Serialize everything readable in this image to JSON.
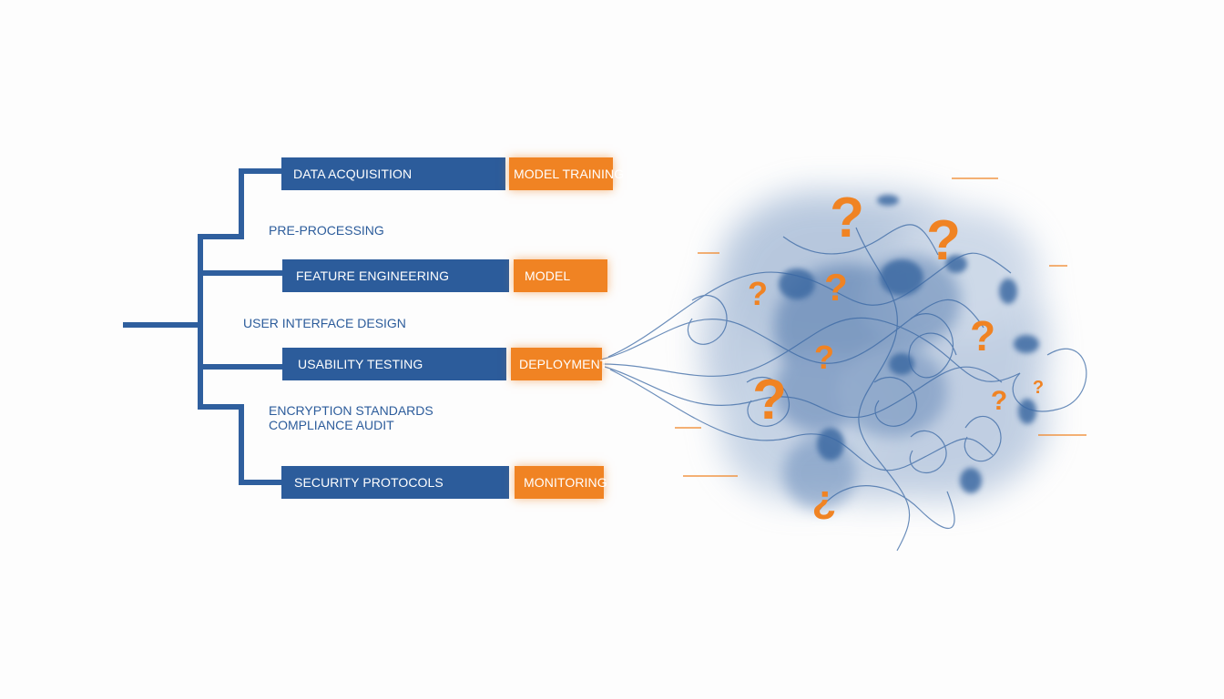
{
  "diagram": {
    "rows": [
      {
        "main": "DATA ACQUISITION",
        "side": "MODEL TRAINING"
      },
      {
        "main": "FEATURE ENGINEERING",
        "side": "MODEL"
      },
      {
        "main": "USABILITY TESTING",
        "side": "DEPLOYMENT"
      },
      {
        "main": "SECURITY PROTOCOLS",
        "side": "MONITORING"
      }
    ],
    "gap_labels": [
      "PRE-PROCESSING",
      "USER INTERFACE DESIGN",
      "ENCRYPTION STANDARDS",
      "COMPLIANCE AUDIT"
    ],
    "chaos_marks": [
      "?",
      "?",
      "?",
      "?",
      "?",
      "?",
      "?",
      "?",
      "?",
      "¿"
    ],
    "colors": {
      "primary_blue": "#2c5c9b",
      "accent_orange": "#f08323",
      "cloud_blue": "#5f86b8",
      "background": "#fdfdfd"
    }
  }
}
